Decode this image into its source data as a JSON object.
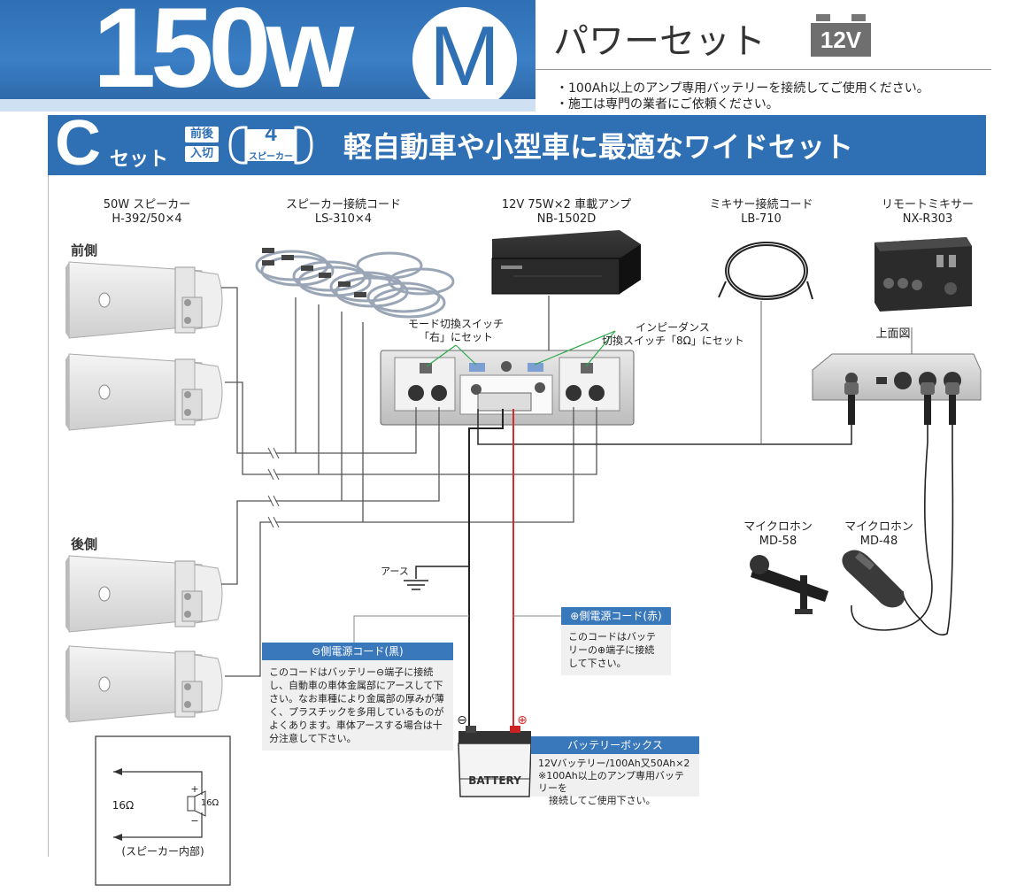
{
  "header": {
    "power": "150w",
    "badge": "M",
    "title": "パワーセット",
    "battery_badge": "12V",
    "notes": [
      "・100Ah以上のアンプ専用バッテリーを接続してご使用ください。",
      "・施工は専門の業者にご依頼ください。"
    ]
  },
  "banner": {
    "set_letter": "C",
    "set_suffix": "セット",
    "front_rear_top": "前後",
    "front_rear_bottom": "入切",
    "speaker_count": "4",
    "speaker_count_label": "スピーカー",
    "headline": "軽自動車や小型車に最適なワイドセット"
  },
  "components": {
    "speaker": {
      "name": "50W スピーカー",
      "model": "H-392/50×4"
    },
    "speaker_cord": {
      "name": "スピーカー接続コード",
      "model": "LS-310×4"
    },
    "amp": {
      "name": "12V 75W×2 車載アンプ",
      "model": "NB-1502D"
    },
    "mixer_cord": {
      "name": "ミキサー接続コード",
      "model": "LB-710"
    },
    "remote_mixer": {
      "name": "リモートミキサー",
      "model": "NX-R303"
    },
    "mixer_top_view": "上面図",
    "mic1": {
      "name": "マイクロホン",
      "model": "MD-58"
    },
    "mic2": {
      "name": "マイクロホン",
      "model": "MD-48"
    }
  },
  "sides": {
    "front": "前側",
    "rear": "後側"
  },
  "amp_callouts": {
    "mode_switch_line1": "モード切換スイッチ",
    "mode_switch_line2": "「右」にセット",
    "impedance_line1": "インピーダンス",
    "impedance_line2": "切換スイッチ「8Ω」にセット"
  },
  "earth": "アース",
  "negative_cord": {
    "title": "⊖側電源コード(黒)",
    "body": "このコードはバッテリー⊖端子に接続し、自動車の車体金属部にアースして下さい。なお車種により金属部の厚みが薄く、プラスチックを多用しているものがよくあります。車体アースする場合は十分注意して下さい。"
  },
  "positive_cord": {
    "title": "⊕側電源コード(赤)",
    "body": "このコードはバッテリーの⊕端子に接続して下さい。"
  },
  "battery": {
    "label": "BATTERY",
    "minus": "⊖",
    "plus": "⊕",
    "box_title": "バッテリーボックス",
    "box_line1": "12Vバッテリー/100Ah又50Ah×2",
    "box_line2": "※100Ah以上のアンプ専用バッテリーを",
    "box_line3": "接続してご使用下さい。"
  },
  "inset": {
    "impedance": "16Ω",
    "symbol": "16Ω",
    "caption": "(スピーカー内部)",
    "plus": "+",
    "minus": "−"
  },
  "colors": {
    "brand_blue": "#2f6fb4",
    "positive_wire": "#d92a2a",
    "green_leader": "#2aa84a"
  }
}
